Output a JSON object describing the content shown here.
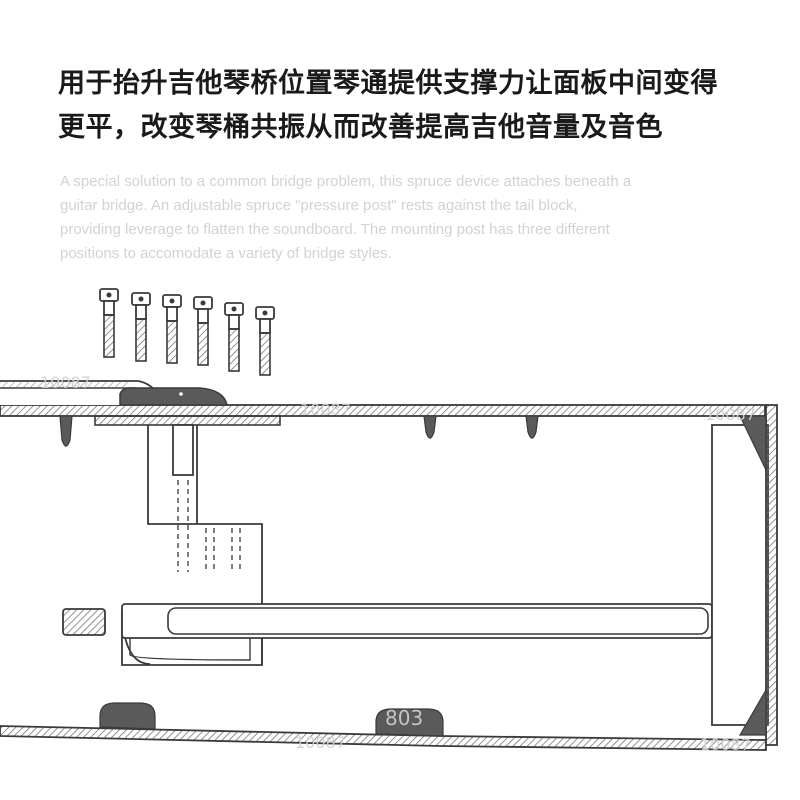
{
  "title": {
    "line1": "用于抬升吉他琴桥位置琴通提供支撑力让面板中间变得",
    "line2": "更平，改变琴桶共振从而改善提高吉他音量及音色"
  },
  "description": {
    "lines": [
      "A special solution to a common bridge problem, this spruce device attaches beneath a",
      "guitar bridge. An adjustable spruce \"pressure post\" rests against the tail block,",
      "providing leverage to flatten the soundboard. The mounting post has three different",
      "positions to accomodate a variety of bridge styles."
    ]
  },
  "watermark": {
    "texts": [
      "10087",
      "10087",
      "10087",
      "803",
      "10087",
      "10087"
    ]
  },
  "colors": {
    "outline": "#3a3a3a",
    "fill_dark": "#5a5a5a",
    "hatch": "#8a8a8a",
    "desc_text": "#d2d2d2"
  }
}
